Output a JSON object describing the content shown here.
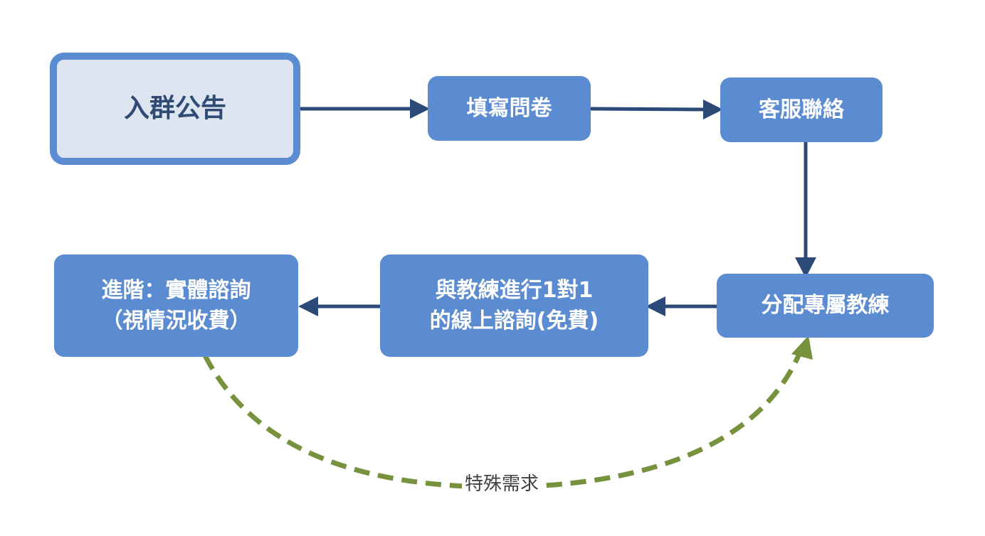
{
  "nodes": {
    "join_notice": {
      "label": "入群公告"
    },
    "fill_form": {
      "label": "填寫問卷"
    },
    "customer_service": {
      "label": "客服聯絡"
    },
    "assign_coach": {
      "label": "分配專屬教練"
    },
    "online_consult": {
      "line1": "與教練進行1對1",
      "line2": "的線上諮詢(免費)"
    },
    "advanced_consult": {
      "line1": "進階：實體諮詢",
      "line2": "（視情況收費）"
    }
  },
  "edges": {
    "special_needs": {
      "label": "特殊需求"
    }
  },
  "colors": {
    "node_fill": "#5b8bd0",
    "start_fill": "#dde5f1",
    "arrow": "#2b4a78",
    "dashed_arrow": "#76923c"
  }
}
